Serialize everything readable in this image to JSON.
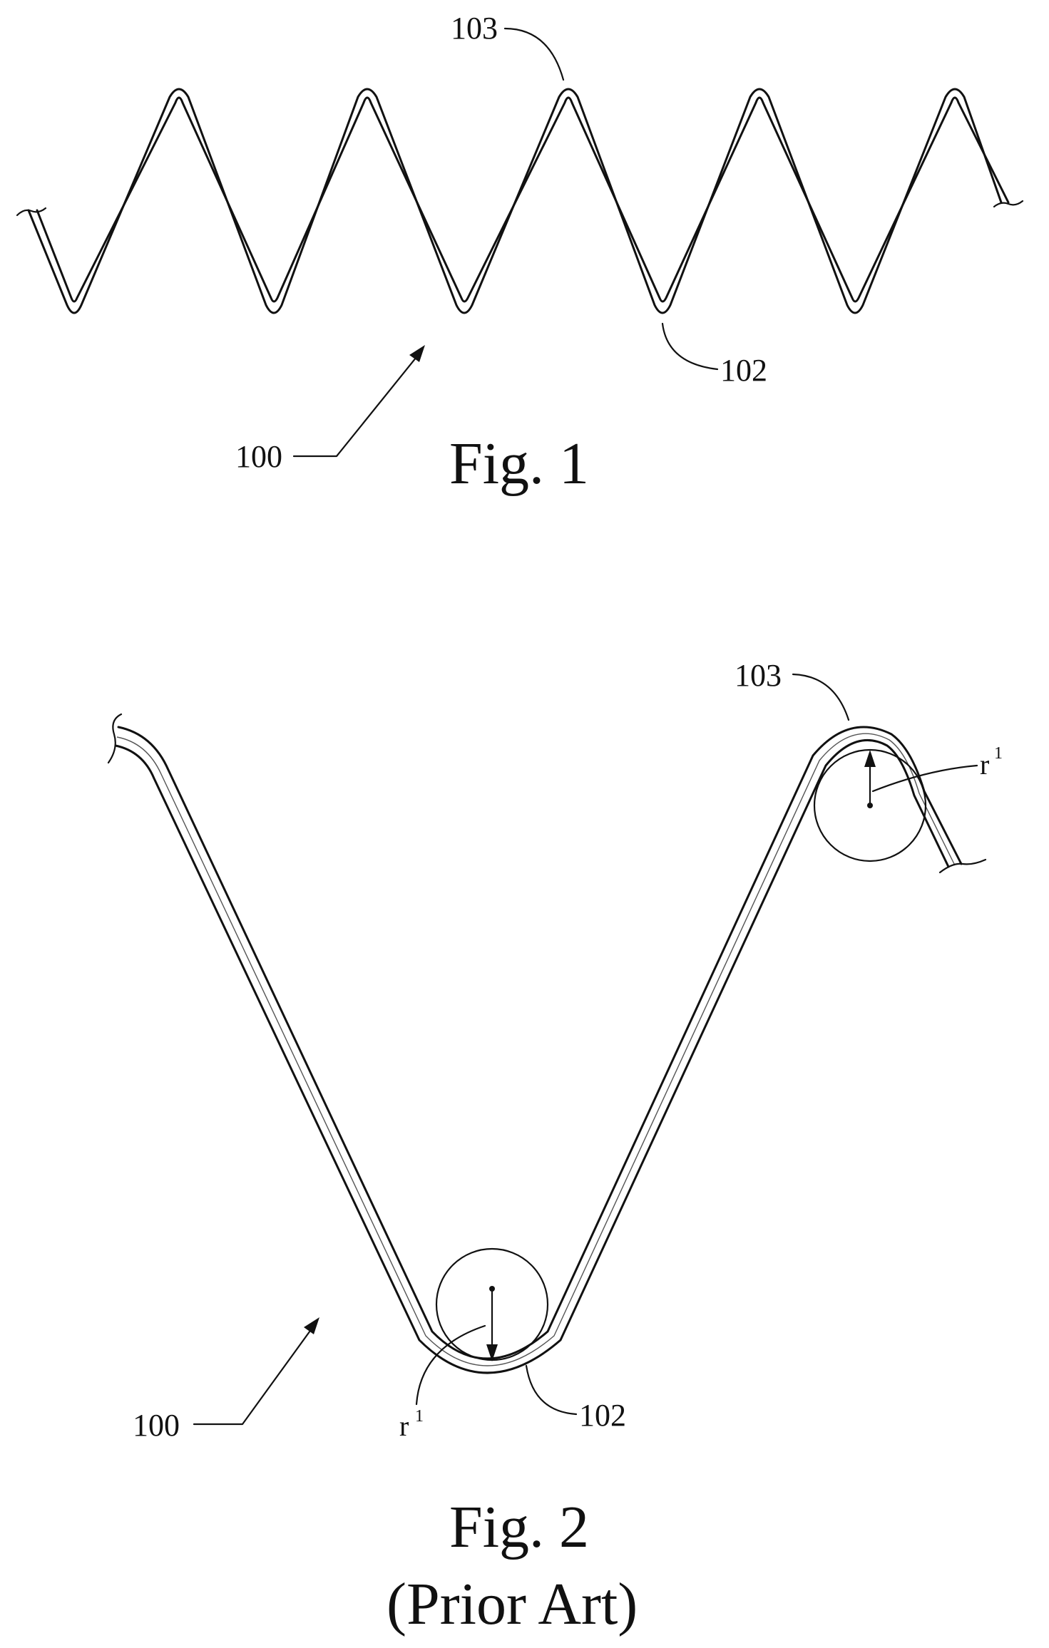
{
  "figure1": {
    "caption": "Fig. 1",
    "label_strip": "100",
    "label_crest": "103",
    "label_trough": "102"
  },
  "figure2": {
    "caption_line1": "Fig. 2",
    "caption_line2": "(Prior Art)",
    "label_strip": "100",
    "label_crest": "103",
    "label_trough": "102",
    "radius_label_top": "r",
    "radius_label_top_sup": "1",
    "radius_label_bottom": "r",
    "radius_label_bottom_sup": "1"
  },
  "colors": {
    "ink": "#111111",
    "background": "#ffffff"
  }
}
